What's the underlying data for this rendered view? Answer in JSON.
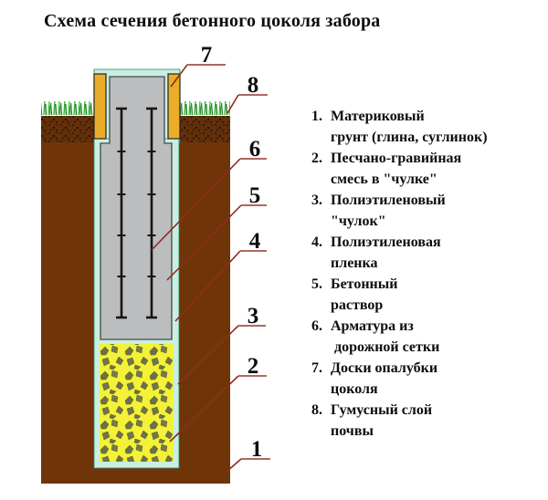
{
  "title": "Схема сечения бетонного цоколя забора",
  "diagram": {
    "description": "Cross-section of concrete fence plinth in ground",
    "callouts": {
      "n1": "1",
      "n2": "2",
      "n3": "3",
      "n4": "4",
      "n5": "5",
      "n6": "6",
      "n7": "7",
      "n8": "8"
    },
    "colors": {
      "soil_brown": "#6f3509",
      "topsoil_dark": "#2a1307",
      "grass_green": "#2f9e2f",
      "board_yellow": "#e9ad2a",
      "film_cyan": "#c9efe0",
      "concrete_gray": "#bcbdbf",
      "gravel_yellow": "#f3f138",
      "stone_olive": "#6d7143",
      "leader_red": "#8c2e1e",
      "rebar_black": "#151515"
    }
  },
  "legend": {
    "items": [
      {
        "num": "1.",
        "text": "Материковый\nгрунт (глина, суглинок)"
      },
      {
        "num": "2.",
        "text": "Песчано-гравийная\nсмесь в \"чулке\""
      },
      {
        "num": "3.",
        "text": "Полиэтиленовый\n\"чулок\""
      },
      {
        "num": "4.",
        "text": "Полиэтиленовая\nпленка"
      },
      {
        "num": "5.",
        "text": "Бетонный\nраствор"
      },
      {
        "num": "6.",
        "text": "Арматура из\n дорожной сетки"
      },
      {
        "num": "7.",
        "text": "Доски опалубки\nцоколя"
      },
      {
        "num": "8.",
        "text": "Гумусный слой\nпочвы"
      }
    ]
  }
}
